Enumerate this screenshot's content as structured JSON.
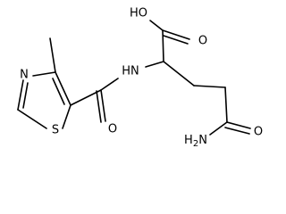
{
  "molecule": {
    "labels": {
      "oh": "HO",
      "carbonyl_o_acid": "O",
      "nh": "HN",
      "n_ring": "N",
      "s_ring": "S",
      "carbonyl_o_amide": "O",
      "carbonyl_o_side": "O",
      "nh2": "H2N"
    },
    "color": "#000000"
  }
}
